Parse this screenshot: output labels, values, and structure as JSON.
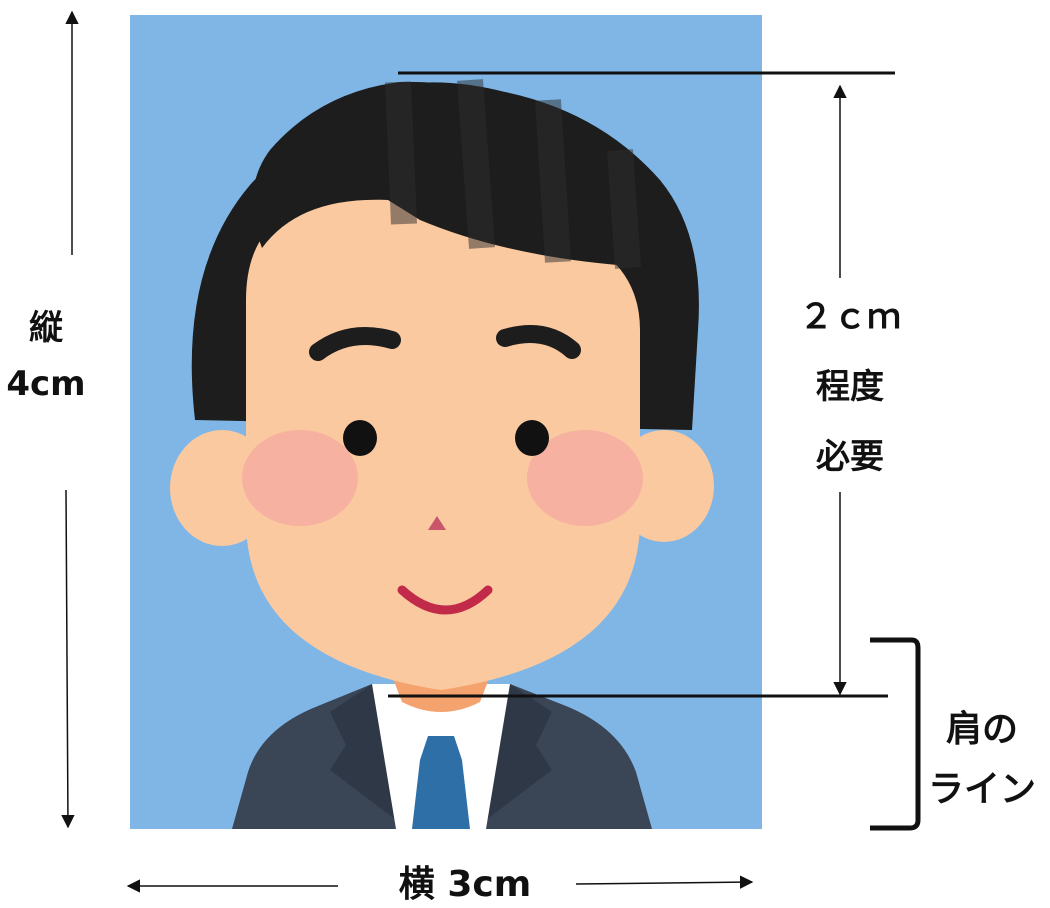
{
  "labels": {
    "height": [
      "縦",
      "4cm"
    ],
    "head": [
      "２ｃｍ",
      "程度",
      "必要"
    ],
    "shoulder": [
      "肩の",
      "ライン"
    ],
    "width": "横 3cm"
  },
  "colors": {
    "background": "#7fb6e6",
    "hair": "#1d1d1d",
    "skin": "#fbc9a0",
    "cheek": "#f4a6a0",
    "mouth": "#c22a4a",
    "suit": "#3a4556",
    "shirt": "#ffffff",
    "tie": "#2f6fa8",
    "line": "#111111"
  },
  "icons": [
    "person-icon",
    "arrow-up-icon",
    "arrow-down-icon",
    "arrow-left-icon",
    "arrow-right-icon",
    "bracket-icon"
  ]
}
